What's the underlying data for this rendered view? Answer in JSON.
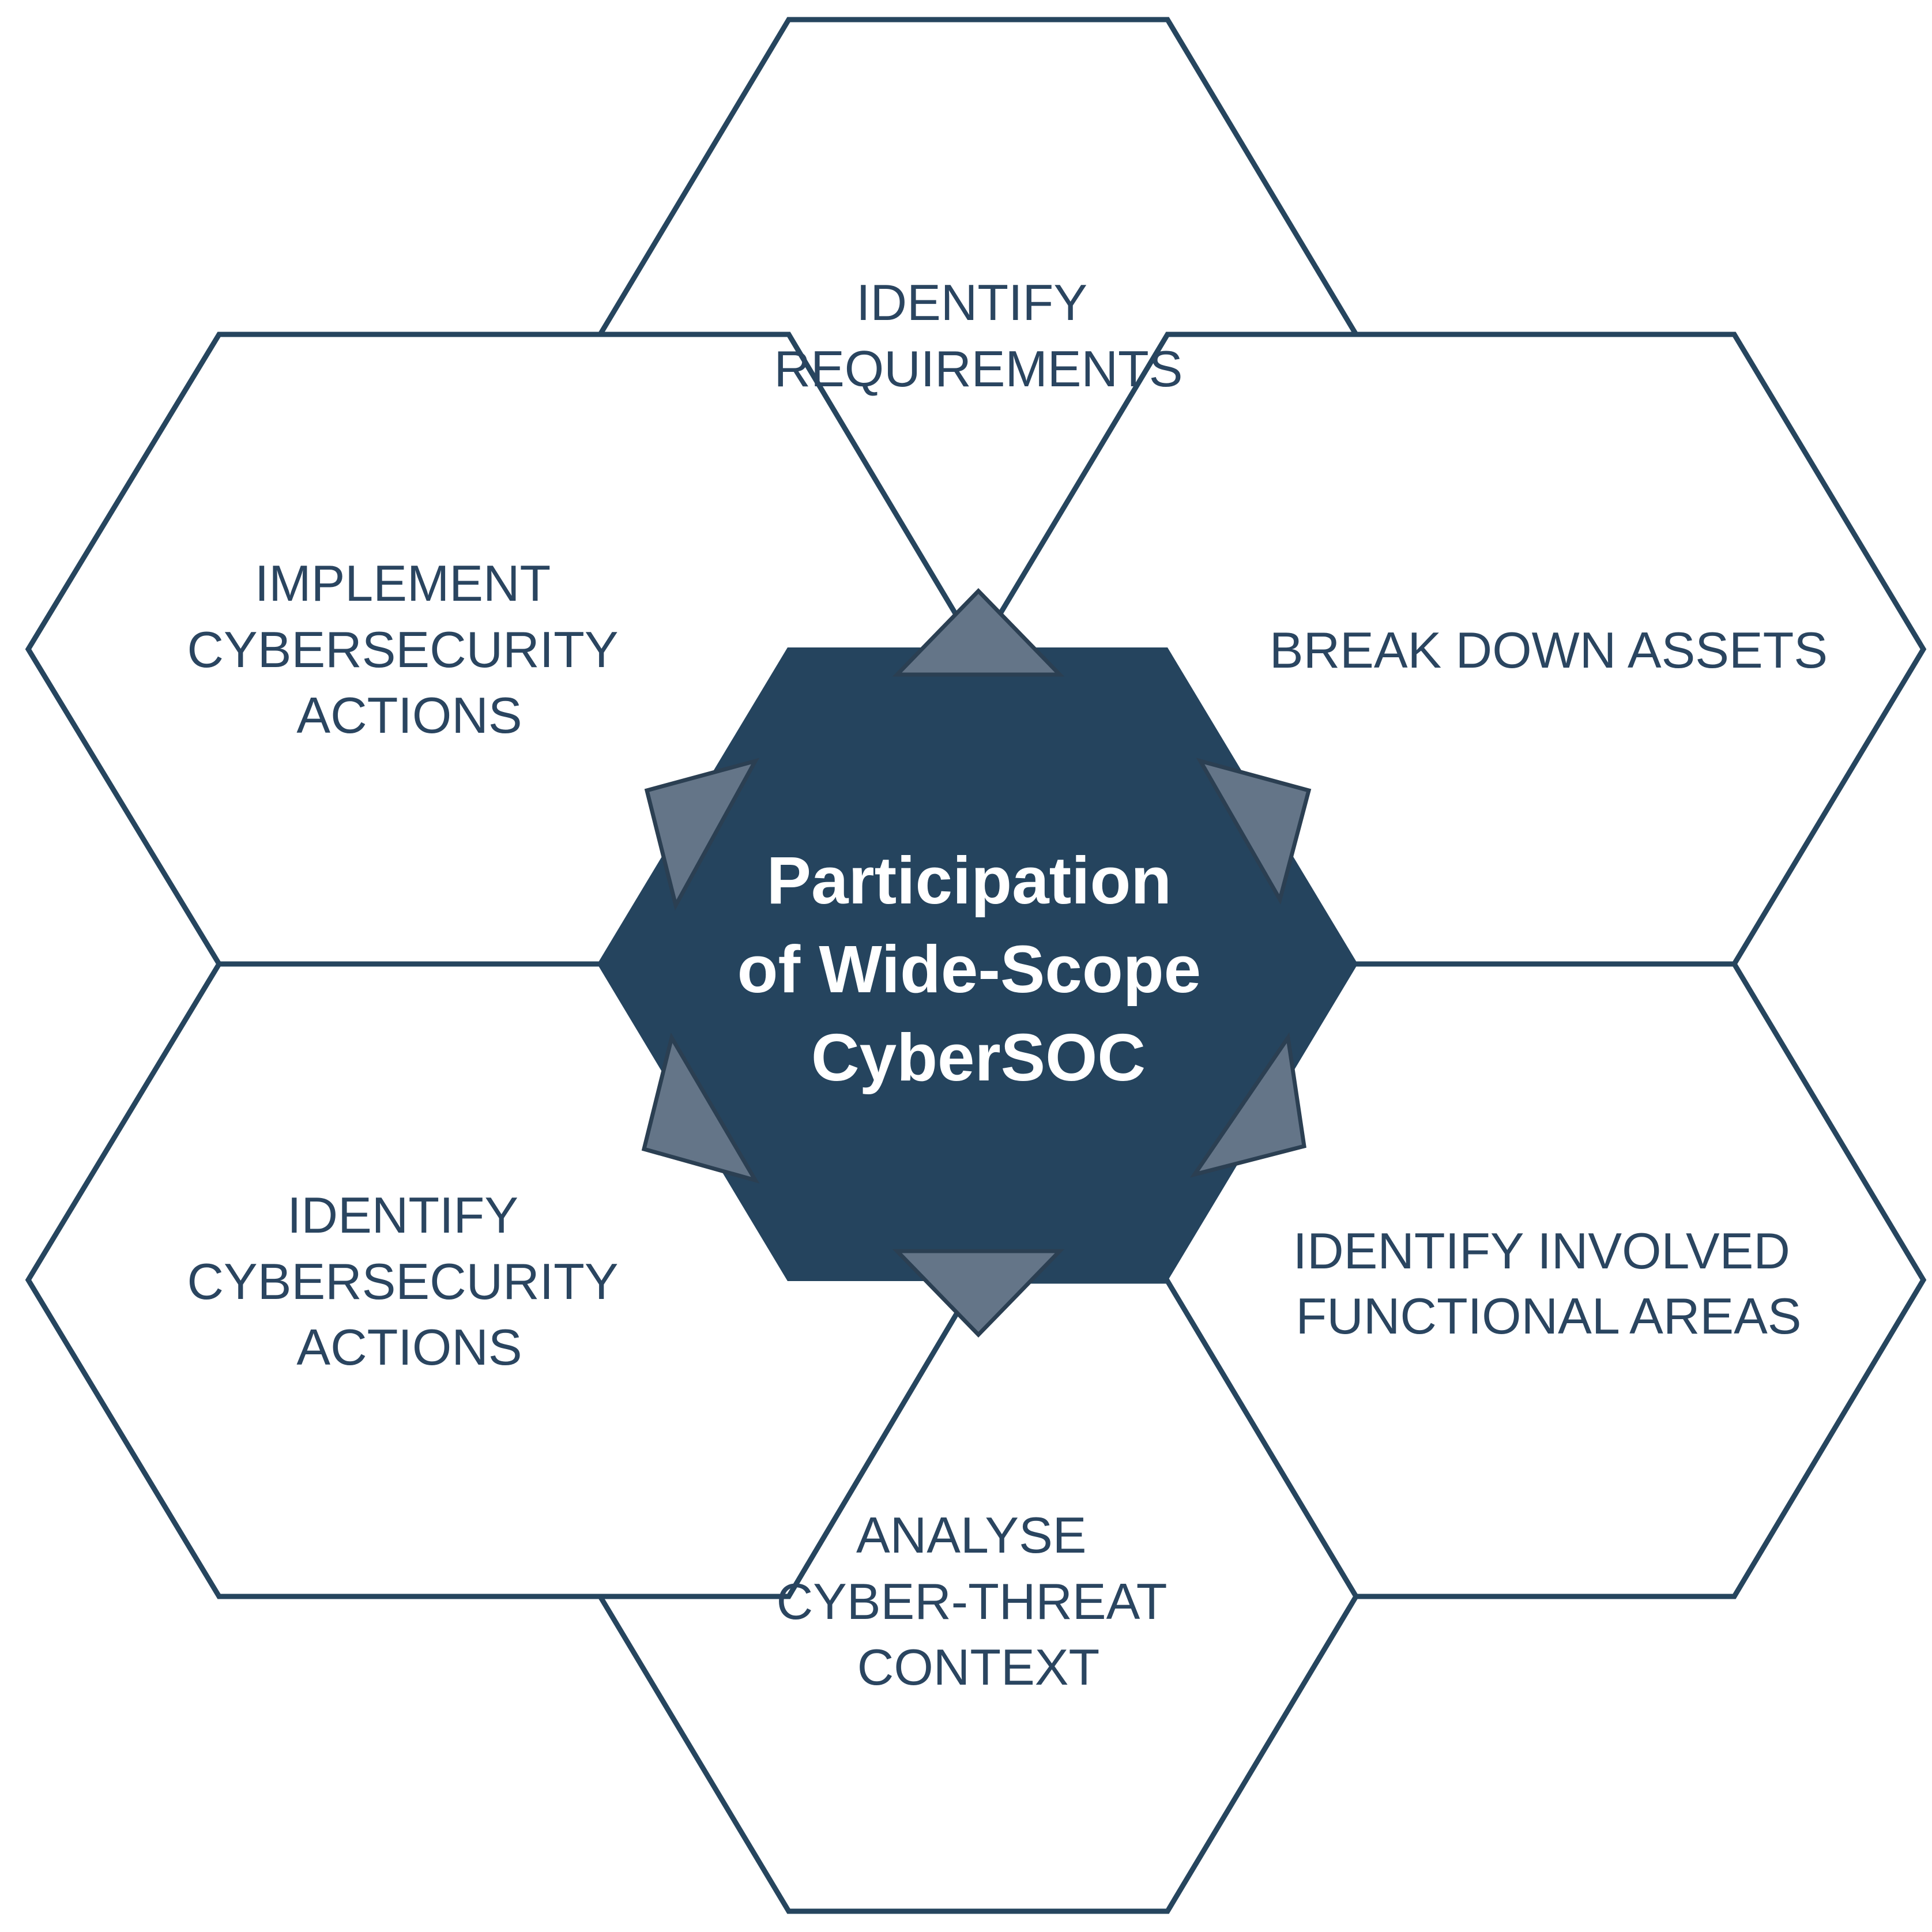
{
  "center": {
    "lines": [
      "Participation",
      "of Wide-Scope",
      "CyberSOC"
    ]
  },
  "steps": [
    {
      "id": "identify-requirements",
      "lines": [
        "IDENTIFY",
        "REQUIREMENTS"
      ]
    },
    {
      "id": "break-down-assets",
      "lines": [
        "BREAK DOWN ASSETS"
      ]
    },
    {
      "id": "identify-involved-functional-areas",
      "lines": [
        "IDENTIFY INVOLVED",
        "FUNCTIONAL AREAS"
      ]
    },
    {
      "id": "analyse-cyber-threat-context",
      "lines": [
        "ANALYSE",
        "CYBER-THREAT",
        "CONTEXT"
      ]
    },
    {
      "id": "identify-cybersecurity-actions",
      "lines": [
        "IDENTIFY",
        "CYBERSECURITY",
        "ACTIONS"
      ]
    },
    {
      "id": "implement-cybersecurity-actions",
      "lines": [
        "IMPLEMENT",
        "CYBERSECURITY",
        "ACTIONS"
      ]
    }
  ],
  "colors": {
    "center_fill": "#25445e",
    "outline": "#26455e",
    "arrow_fill": "#647588",
    "text": "#2a4560"
  }
}
